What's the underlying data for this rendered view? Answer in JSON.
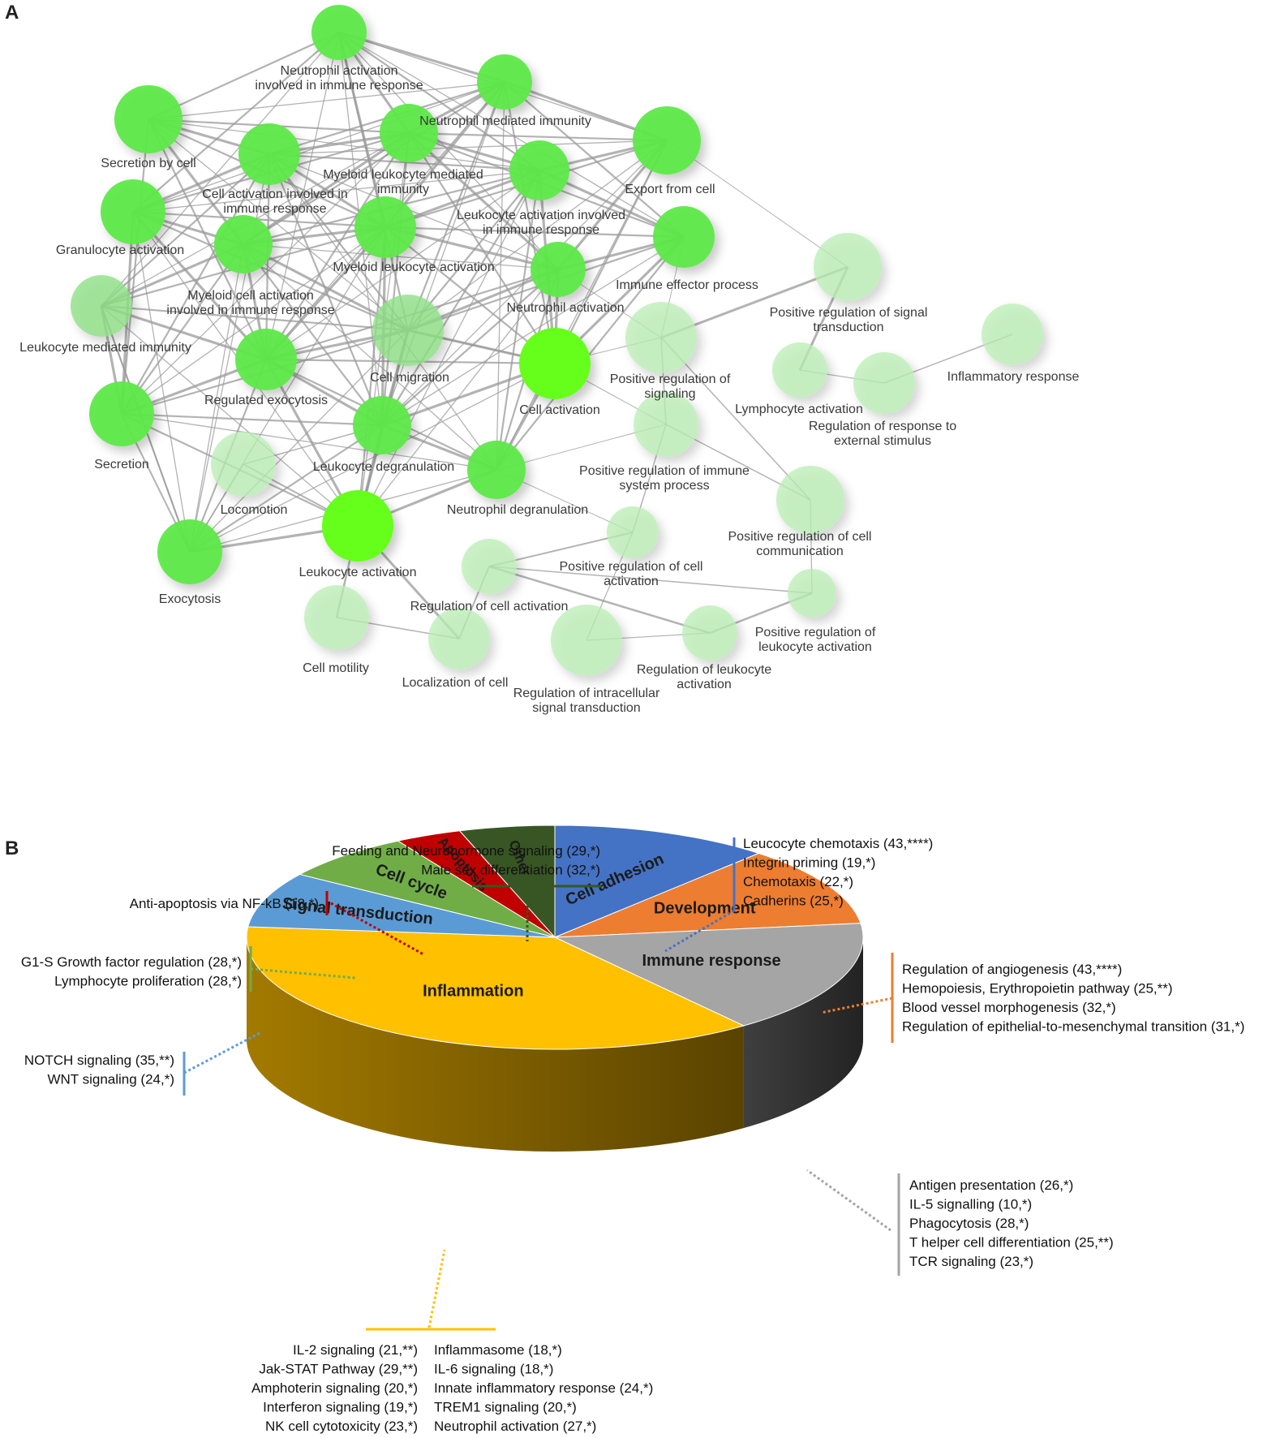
{
  "panel_a": {
    "letter": "A",
    "nodes": [
      {
        "label": [
          "Neutrophil activation",
          "involved in immune response"
        ],
        "tone": "bright"
      },
      {
        "label": [
          "Neutrophil mediated immunity"
        ],
        "tone": "bright"
      },
      {
        "label": [
          "Secretion by cell"
        ],
        "tone": "bright"
      },
      {
        "label": [
          "Myeloid leukocyte mediated",
          "immunity"
        ],
        "tone": "bright"
      },
      {
        "label": [
          "Export from cell"
        ],
        "tone": "bright"
      },
      {
        "label": [
          "Cell activation involved in",
          "immune response"
        ],
        "tone": "bright"
      },
      {
        "label": [
          "Leukocyte activation involved",
          "in immune response"
        ],
        "tone": "bright"
      },
      {
        "label": [
          "Granulocyte activation"
        ],
        "tone": "bright"
      },
      {
        "label": [
          "Myeloid leukocyte activation"
        ],
        "tone": "bright"
      },
      {
        "label": [
          "Immune effector process"
        ],
        "tone": "bright"
      },
      {
        "label": [
          "Myeloid cell activation",
          "involved in immune response"
        ],
        "tone": "bright"
      },
      {
        "label": [
          "Neutrophil activation"
        ],
        "tone": "bright"
      },
      {
        "label": [
          "Leukocyte mediated immunity"
        ],
        "tone": "mid"
      },
      {
        "label": [
          "Cell migration"
        ],
        "tone": "mid"
      },
      {
        "label": [
          "Regulated exocytosis"
        ],
        "tone": "bright"
      },
      {
        "label": [
          "Cell activation"
        ],
        "tone": "lime"
      },
      {
        "label": [
          "Secretion"
        ],
        "tone": "bright"
      },
      {
        "label": [
          "Leukocyte degranulation"
        ],
        "tone": "bright"
      },
      {
        "label": [
          "Neutrophil degranulation"
        ],
        "tone": "bright"
      },
      {
        "label": [
          "Locomotion"
        ],
        "tone": "pale"
      },
      {
        "label": [
          "Leukocyte activation"
        ],
        "tone": "lime"
      },
      {
        "label": [
          "Exocytosis"
        ],
        "tone": "bright"
      },
      {
        "label": [
          "Cell motility"
        ],
        "tone": "pale"
      },
      {
        "label": [
          "Localization of cell"
        ],
        "tone": "pale"
      },
      {
        "label": [
          "Regulation of cell activation"
        ],
        "tone": "pale"
      },
      {
        "label": [
          "Positive regulation of cell",
          "activation"
        ],
        "tone": "pale"
      },
      {
        "label": [
          "Regulation of intracellular",
          "signal transduction"
        ],
        "tone": "pale"
      },
      {
        "label": [
          "Regulation of leukocyte",
          "activation"
        ],
        "tone": "pale"
      },
      {
        "label": [
          "Positive regulation of",
          "leukocyte activation"
        ],
        "tone": "pale"
      },
      {
        "label": [
          "Positive regulation of cell",
          "communication"
        ],
        "tone": "pale"
      },
      {
        "label": [
          "Positive regulation of immune",
          "system process"
        ],
        "tone": "pale"
      },
      {
        "label": [
          "Positive regulation of",
          "signaling"
        ],
        "tone": "pale"
      },
      {
        "label": [
          "Lymphocyte activation"
        ],
        "tone": "pale"
      },
      {
        "label": [
          "Regulation of response to",
          "external stimulus"
        ],
        "tone": "pale"
      },
      {
        "label": [
          "Positive regulation of signal",
          "transduction"
        ],
        "tone": "pale"
      },
      {
        "label": [
          "Inflammatory response"
        ],
        "tone": "pale"
      }
    ]
  },
  "panel_b": {
    "letter": "B",
    "sectors": [
      {
        "name": "Cell adhesion",
        "percent": 11.5,
        "color": "#4472c4",
        "dark": "#2f5597",
        "terms": [
          "Leucocyte chemotaxis (43,****)",
          "Integrin priming (19,*)",
          "Chemotaxis (22,*)",
          "Cadherins (25,*)"
        ]
      },
      {
        "name": "Development",
        "percent": 11.5,
        "color": "#ed7d31",
        "dark": "#a9561f",
        "terms": [
          "Regulation of angiogenesis (43,****)",
          "Hemopoiesis, Erythropoietin pathway (25,**)",
          "Blood  vessel morphogenesis (32,*)",
          "Regulation of epithelial-to-mesenchymal transition (31,*)"
        ]
      },
      {
        "name": "Immune response",
        "percent": 16.5,
        "color": "#a5a5a5",
        "dark": "#3f3f3f",
        "terms": [
          "Antigen presentation (26,*)",
          "IL-5 signalling (10,*)",
          "Phagocytosis (28,*)",
          "T helper cell differentiation (25,**)",
          "TCR signaling (23,*)"
        ]
      },
      {
        "name": "Inflammation",
        "percent": 37,
        "color": "#ffc000",
        "dark": "#a37a00",
        "terms_left": [
          "IL-2 signaling (21,**)",
          "Jak-STAT Pathway (29,**)",
          "Amphoterin signaling (20,*)",
          "Interferon signaling (19,*)",
          "NK cell cytotoxicity (23,*)"
        ],
        "terms_right": [
          "Inflammasome (18,*)",
          "IL-6 signaling (18,*)",
          "Innate inflammatory response (24,*)",
          "TREM1 signaling (20,*)",
          "Neutrophil activation (27,*)"
        ]
      },
      {
        "name": "Signal transduction",
        "percent": 8,
        "color": "#5b9bd5",
        "dark": "#41719c",
        "terms": [
          "NOTCH signaling (35,**)",
          "WNT signaling (24,*)"
        ]
      },
      {
        "name": "Cell cycle",
        "percent": 7,
        "color": "#70ad47",
        "dark": "#507e32",
        "terms": [
          "G1-S Growth factor regulation (28,*)",
          "Lymphocyte proliferation (28,*)"
        ]
      },
      {
        "name": "Apoptosis",
        "percent": 3.5,
        "color": "#c00000",
        "dark": "#800000",
        "terms": [
          "Anti-apoptosis via NF-kB (18,*)"
        ]
      },
      {
        "name": "Other",
        "percent": 5,
        "color": "#375623",
        "dark": "#233a16",
        "terms": [
          "Feeding and Neurohormone signaling (29,*)",
          "Male sex differentiation (32,*)"
        ]
      }
    ]
  }
}
